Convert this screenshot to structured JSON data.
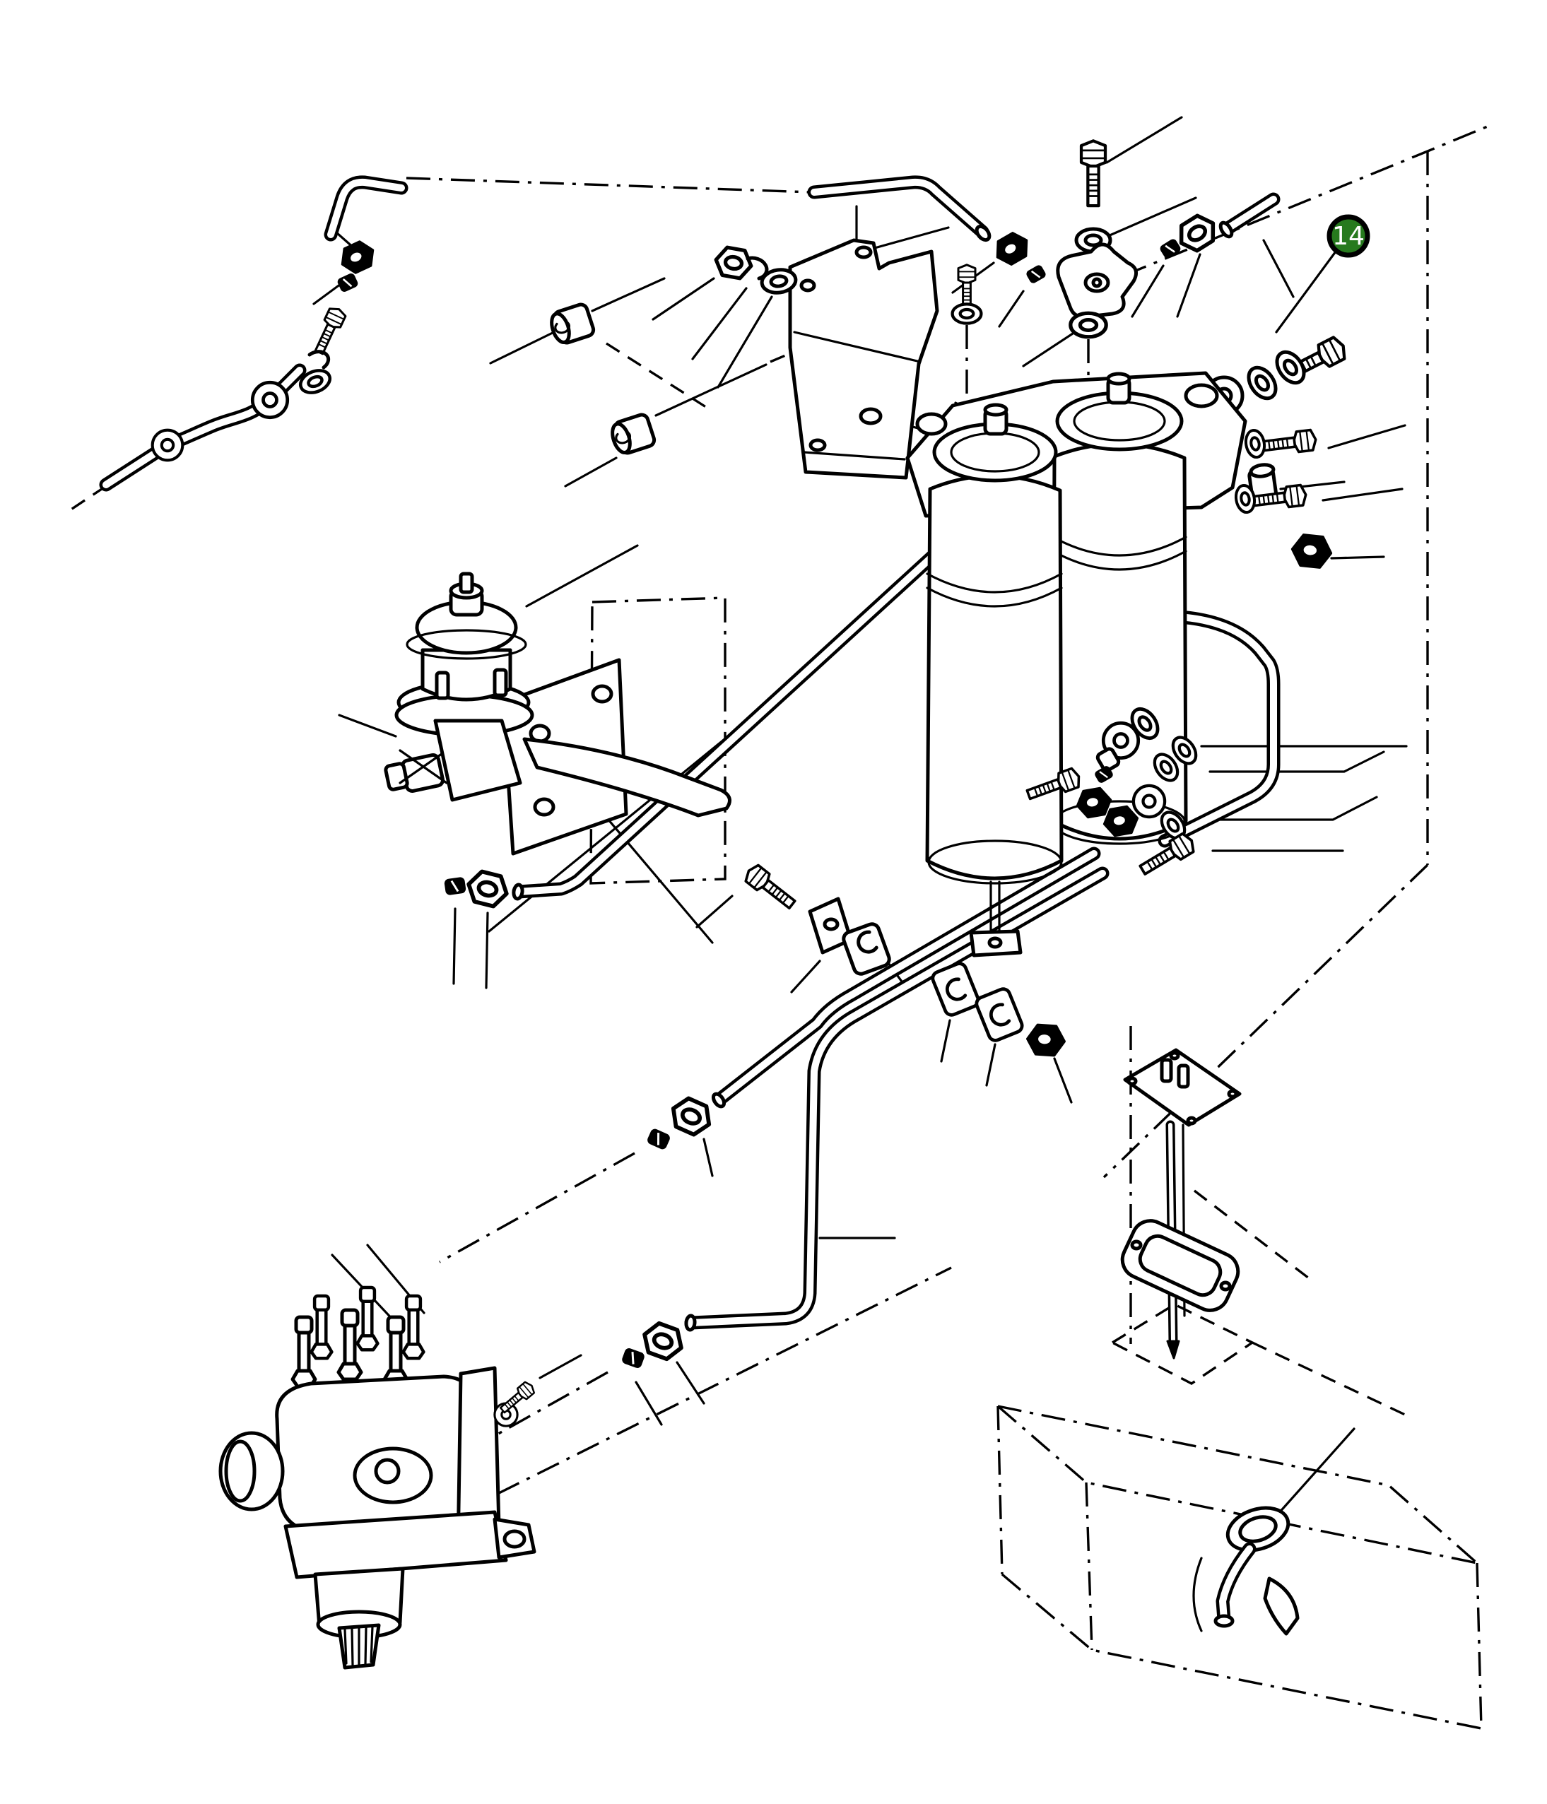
{
  "figure": {
    "type": "exploded-parts-diagram",
    "subject": "fuel-system",
    "background_color": "#ffffff",
    "line_color": "#000000"
  },
  "callout": {
    "label": "14",
    "badge_fill": "#277a1e",
    "badge_ring": "#000000",
    "label_color": "#ffffff"
  },
  "parts": [
    "fuel-return-hose-elbow",
    "tube-nut",
    "compression-ferrule",
    "hose-connector-bolt",
    "spring-washer",
    "flat-washer",
    "banjo-eye-pipe",
    "overhead-fuel-line",
    "banjo-tee-fitting",
    "banjo-bolt",
    "sealing-washer",
    "mounting-bracket",
    "hex-nut",
    "lock-washer",
    "spacer-bushing",
    "twin-fuel-filter-assembly",
    "filter-bleed-bolt",
    "fuel-lift-pump",
    "pump-mounting-gasket",
    "filter-to-pump-pipe",
    "lower-fuel-pipe",
    "pipe-clamp-bolt",
    "pipe-clamp",
    "pipe-clip",
    "fuel-injection-pump",
    "delivery-valve-holder",
    "fuel-pickup-standpipe",
    "standpipe-gasket",
    "fuel-tank",
    "tank-filler-neck",
    "tank-outlet-elbow"
  ]
}
